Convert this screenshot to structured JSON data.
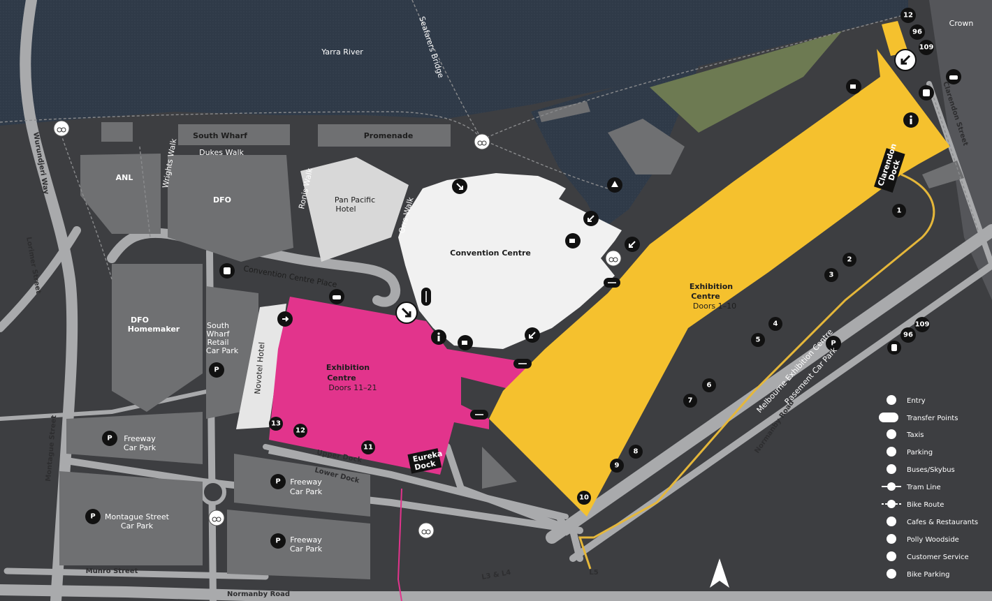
{
  "water": {
    "river_label": "Yarra River",
    "bridge_label": "Seafarers Bridge"
  },
  "areas": {
    "crown": "Crown",
    "south_wharf": "South Wharf",
    "promenade": "Promenade",
    "dukes_walk": "Dukes Walk",
    "anl": "ANL",
    "dfo": "DFO",
    "wrights_walk": "Wrights Walk",
    "ronis_walk": "Ronis Walk",
    "pan_pacific": [
      "Pan Pacific",
      "Hotel"
    ],
    "orrs_walk": "Orrs Walk",
    "convention_centre": "Convention Centre",
    "convention_centre_place": "Convention Centre Place",
    "dfo_homemaker": [
      "DFO",
      "Homemaker"
    ],
    "south_wharf_retail": [
      "South",
      "Wharf",
      "Retail",
      "Car Park"
    ],
    "novotel": "Novotel Hotel",
    "exhibition_pink": {
      "title": [
        "Exhibition",
        "Centre"
      ],
      "doors": "Doors 11–21"
    },
    "exhibition_yellow": {
      "title": [
        "Exhibition",
        "Centre"
      ],
      "doors": "Doors 1–10"
    },
    "eureka_dock": [
      "Eureka",
      "Dock"
    ],
    "clarendon_dock": [
      "Clarendon",
      "Dock"
    ],
    "basement_car_park": [
      "Melbourne Exhibition Centre",
      "Basement Car Park"
    ],
    "freeway_cp_1": [
      "Freeway",
      "Car Park"
    ],
    "freeway_cp_2": [
      "Freeway",
      "Car Park"
    ],
    "freeway_cp_3": [
      "Freeway",
      "Car Park"
    ],
    "montague_cp": [
      "Montague Street",
      "Car Park"
    ]
  },
  "streets": {
    "wurundjeri_way": "Wurundjeri Way",
    "lorimer_street": "Lorimer Street",
    "montague_street": "Montague Street",
    "munro_street": "Munro Street",
    "normanby_road_bottom": "Normanby Road",
    "normanby_road_diag": "Normanby Road",
    "clarendon_street": "Clarendon Street",
    "upper_dock": "Upper Dock",
    "lower_dock": "Lower Dock",
    "l3_l4": "L3 & L4",
    "l5": "L5"
  },
  "tram_routes": {
    "top": [
      "12",
      "96",
      "109"
    ],
    "bottom": [
      "109",
      "96"
    ]
  },
  "doors": {
    "yellow": [
      "1",
      "2",
      "3",
      "4",
      "5",
      "6",
      "7",
      "8",
      "9",
      "10"
    ],
    "pink": [
      "11",
      "12",
      "13"
    ]
  },
  "legend": [
    {
      "icon": "entry-icon",
      "label": "Entry"
    },
    {
      "icon": "transfer-points-icon",
      "label": "Transfer Points"
    },
    {
      "icon": "taxi-icon",
      "label": "Taxis"
    },
    {
      "icon": "parking-icon",
      "label": "Parking"
    },
    {
      "icon": "bus-icon",
      "label": "Buses/Skybus"
    },
    {
      "icon": "tram-icon",
      "label": "Tram Line"
    },
    {
      "icon": "bike-route-icon",
      "label": "Bike Route"
    },
    {
      "icon": "cafe-icon",
      "label": "Cafes & Restaurants"
    },
    {
      "icon": "polly-woodside-icon",
      "label": "Polly Woodside"
    },
    {
      "icon": "info-icon",
      "label": "Customer Service"
    },
    {
      "icon": "bike-parking-icon",
      "label": "Bike Parking"
    }
  ],
  "colors": {
    "water": "#2f3a48",
    "ground": "#3d3e41",
    "building": "#6f7072",
    "road": "#a9aaac",
    "convention": "#f1f1f1",
    "exhibition_pink": "#e2348c",
    "exhibition_yellow": "#f5c12e",
    "park": "#6d7a52"
  }
}
